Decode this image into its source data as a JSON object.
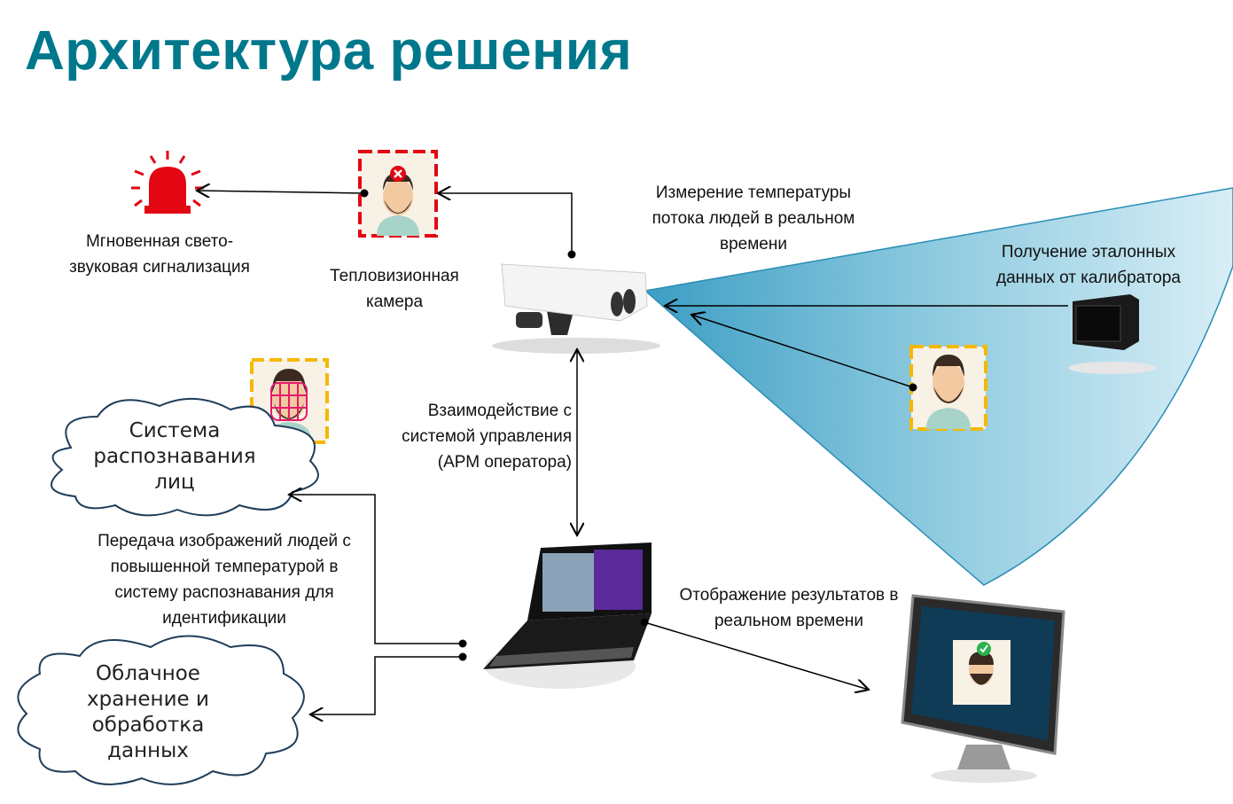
{
  "title": "Архитектура решения",
  "labels": {
    "siren": [
      "Мгновенная свето-",
      "звуковая сигнализация"
    ],
    "thermal_camera": [
      "Тепловизионная",
      "камера"
    ],
    "measurement": [
      "Измерение температуры",
      "потока людей в реальном",
      "времени"
    ],
    "calibrator": [
      "Получение эталонных",
      "данных от калибратора"
    ],
    "interaction": [
      "Взаимодействие с",
      "системой управления",
      "(АРМ оператора)"
    ],
    "transfer": [
      "Передача изображений людей с",
      "повышенной температурой в",
      "систему распознавания для",
      "идентификации"
    ],
    "display": [
      "Отображение результатов в",
      "реальном времени"
    ]
  },
  "clouds": {
    "recognition": [
      "Система",
      "распознавания",
      "лиц"
    ],
    "storage": [
      "Облачное",
      "хранение и",
      "обработка",
      "данных"
    ]
  },
  "colors": {
    "title": "#00788c",
    "alarm": "#e30613",
    "highlight": "#f5b800",
    "cone": "#5fb6d4",
    "screen": "#0f3b57"
  }
}
